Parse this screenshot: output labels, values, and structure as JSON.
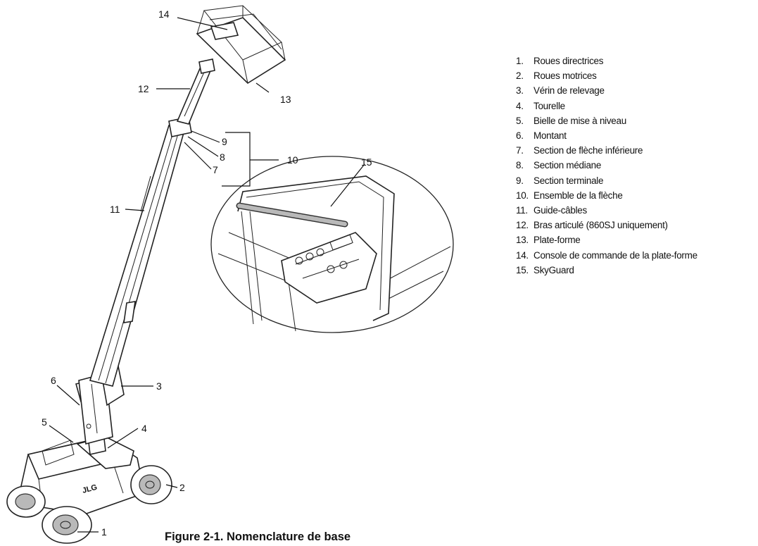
{
  "figure": {
    "caption": "Figure 2-1. Nomenclature de base",
    "callouts": [
      "1",
      "2",
      "3",
      "4",
      "5",
      "6",
      "7",
      "8",
      "9",
      "10",
      "11",
      "12",
      "13",
      "14",
      "15"
    ],
    "legend": [
      {
        "num": "1.",
        "label": "Roues directrices"
      },
      {
        "num": "2.",
        "label": "Roues motrices"
      },
      {
        "num": "3.",
        "label": "Vérin de relevage"
      },
      {
        "num": "4.",
        "label": "Tourelle"
      },
      {
        "num": "5.",
        "label": "Bielle de mise à niveau"
      },
      {
        "num": "6.",
        "label": "Montant"
      },
      {
        "num": "7.",
        "label": "Section de flèche inférieure"
      },
      {
        "num": "8.",
        "label": "Section médiane"
      },
      {
        "num": "9.",
        "label": "Section terminale"
      },
      {
        "num": "10.",
        "label": "Ensemble de la flèche"
      },
      {
        "num": "11.",
        "label": "Guide-câbles"
      },
      {
        "num": "12.",
        "label": "Bras articulé (860SJ uniquement)"
      },
      {
        "num": "13.",
        "label": "Plate-forme"
      },
      {
        "num": "14.",
        "label": "Console de commande de la plate-forme"
      },
      {
        "num": "15.",
        "label": "SkyGuard"
      }
    ]
  }
}
